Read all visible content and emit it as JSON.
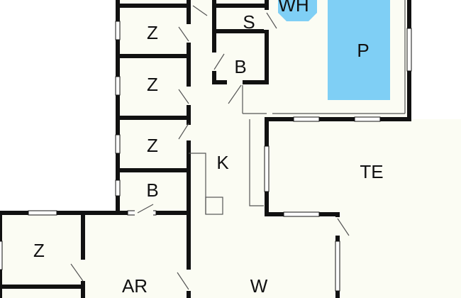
{
  "plan": {
    "colors": {
      "floor": "#fbfcf3",
      "wall": "#111111",
      "thin": "#555555",
      "pool": "#7fcff5",
      "window": "#ffffff",
      "background": "#ffffff"
    },
    "labels": {
      "wh": "WH",
      "s": "S",
      "p": "P",
      "b_top": "B",
      "z1": "Z",
      "z2": "Z",
      "z3": "Z",
      "b_mid": "B",
      "k": "K",
      "te": "TE",
      "z4": "Z",
      "ar": "AR",
      "w": "W"
    }
  }
}
